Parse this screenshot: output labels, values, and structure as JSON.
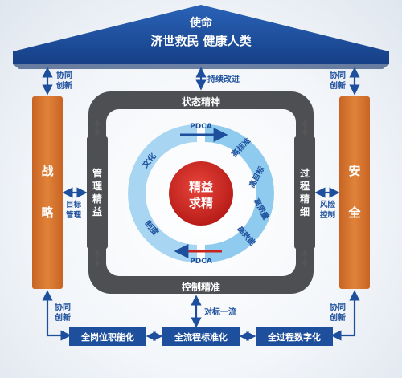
{
  "roof": {
    "title": "使命",
    "subtitle": "济世救民  健康人类"
  },
  "left_pillar": {
    "chars": [
      "战",
      "略"
    ]
  },
  "right_pillar": {
    "chars": [
      "安",
      "全"
    ]
  },
  "frame": {
    "top": "状态精神",
    "bottom": "控制精准",
    "left_chars": [
      "管",
      "理",
      "精",
      "益"
    ],
    "right_chars": [
      "过",
      "程",
      "精",
      "细"
    ]
  },
  "connectors": {
    "top_center": "持续改进",
    "top_left": [
      "协同",
      "创新"
    ],
    "top_right": [
      "协同",
      "创新"
    ],
    "mid_left": [
      "目标",
      "管理"
    ],
    "mid_right": [
      "风险",
      "控制"
    ],
    "bottom_left": [
      "协同",
      "创新"
    ],
    "bottom_right": [
      "协同",
      "创新"
    ],
    "bottom_center": "对标一流"
  },
  "cycle": {
    "pdca_top": "PDCA",
    "pdca_bottom": "PDCA",
    "left_top": "文化",
    "left_bottom": "制度",
    "right": [
      "高标准",
      "高目标",
      "高质量",
      "高效能"
    ]
  },
  "core": {
    "lines": [
      "精益",
      "求精"
    ]
  },
  "base_boxes": [
    "全岗位职能化",
    "全流程标准化",
    "全过程数字化"
  ],
  "colors": {
    "blue": "#1d4f9c",
    "orange": "#d9742b",
    "frame": "#4d4f52",
    "ring": "#9fd1f0",
    "red": "#c9231f"
  }
}
